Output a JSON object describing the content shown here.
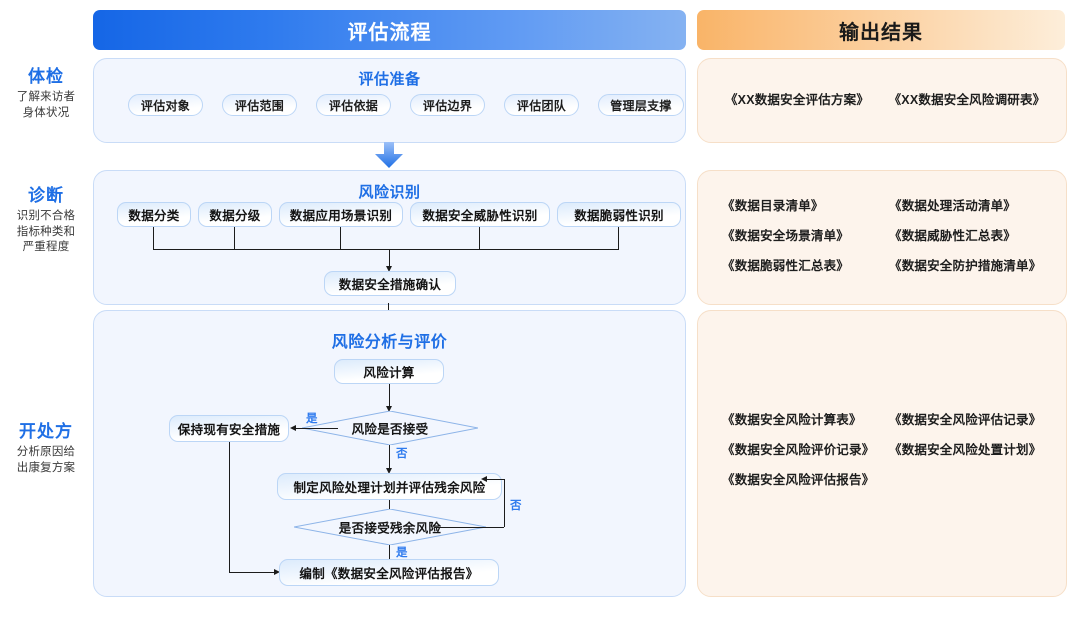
{
  "headers": {
    "process": "评估流程",
    "output": "输出结果",
    "process_gradient_from": "#1566e6",
    "process_gradient_to": "#85b2f2",
    "output_gradient_from": "#f9b468",
    "output_gradient_to": "#fdeeda"
  },
  "accent_blue": "#1f6fe5",
  "stages": [
    {
      "title": "体检",
      "desc": "了解来访者\n身体状况"
    },
    {
      "title": "诊断",
      "desc": "识别不合格\n指标种类和\n严重程度"
    },
    {
      "title": "开处方",
      "desc": "分析原因给\n出康复方案"
    }
  ],
  "panels": {
    "preparation": {
      "title": "评估准备",
      "pills": [
        "评估对象",
        "评估范围",
        "评估依据",
        "评估边界",
        "评估团队",
        "管理层支撑"
      ]
    },
    "identification": {
      "title": "风险识别",
      "nodes": [
        "数据分类",
        "数据分级",
        "数据应用场景识别",
        "数据安全威胁性识别",
        "数据脆弱性识别"
      ],
      "result_node": "数据安全措施确认"
    },
    "analysis": {
      "title": "风险分析与评价",
      "nodes": {
        "risk_calc": "风险计算",
        "keep_measures": "保持现有安全措施",
        "make_plan": "制定风险处理计划并评估残余风险",
        "write_report": "编制《数据安全风险评估报告》"
      },
      "decisions": {
        "accept_risk": "风险是否接受",
        "accept_residual": "是否接受残余风险"
      },
      "edge_labels": {
        "accept_yes": "是",
        "accept_no": "否",
        "residual_no": "否",
        "residual_yes": "是"
      }
    }
  },
  "outputs": {
    "preparation": [
      "《XX数据安全评估方案》",
      "《XX数据安全风险调研表》"
    ],
    "identification": [
      "《数据目录清单》",
      "《数据处理活动清单》",
      "《数据安全场景清单》",
      "《数据威胁性汇总表》",
      "《数据脆弱性汇总表》",
      "《数据安全防护措施清单》"
    ],
    "analysis": [
      "《数据安全风险计算表》",
      "《数据安全风险评估记录》",
      "《数据安全风险评价记录》",
      "《数据安全风险处置计划》",
      "《数据安全风险评估报告》",
      ""
    ]
  }
}
